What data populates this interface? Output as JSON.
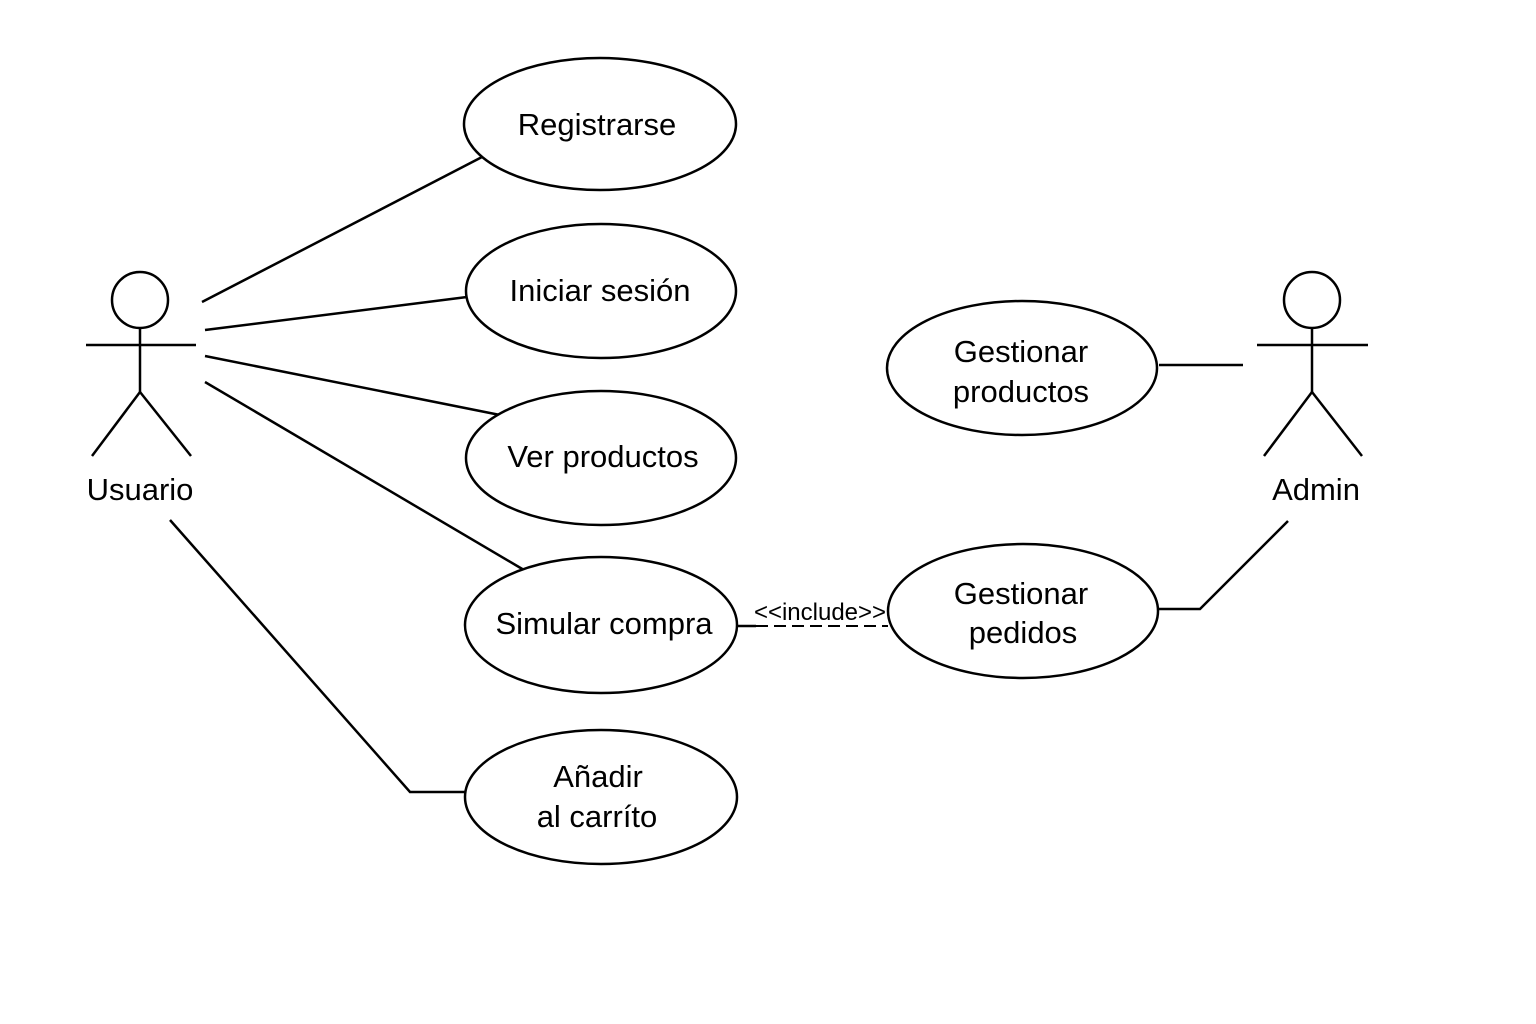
{
  "actors": {
    "usuario": {
      "label": "Usuario"
    },
    "admin": {
      "label": "Admin"
    }
  },
  "use_cases": {
    "registrarse": {
      "lines": [
        "Registrarse"
      ]
    },
    "iniciar_sesion": {
      "lines": [
        "Iniciar sesión"
      ]
    },
    "ver_productos": {
      "lines": [
        "Ver productos"
      ]
    },
    "simular_compra": {
      "lines": [
        "Simular compra"
      ]
    },
    "anadir_carrito": {
      "lines": [
        "Añadir",
        "al carríto"
      ]
    },
    "gestionar_productos": {
      "lines": [
        "Gestionar",
        "productos"
      ]
    },
    "gestionar_pedidos": {
      "lines": [
        "Gestionar",
        "pedidos"
      ]
    }
  },
  "relations": {
    "include": {
      "label": "<<include>>"
    }
  },
  "colors": {
    "stroke": "#000000",
    "background": "#ffffff"
  }
}
